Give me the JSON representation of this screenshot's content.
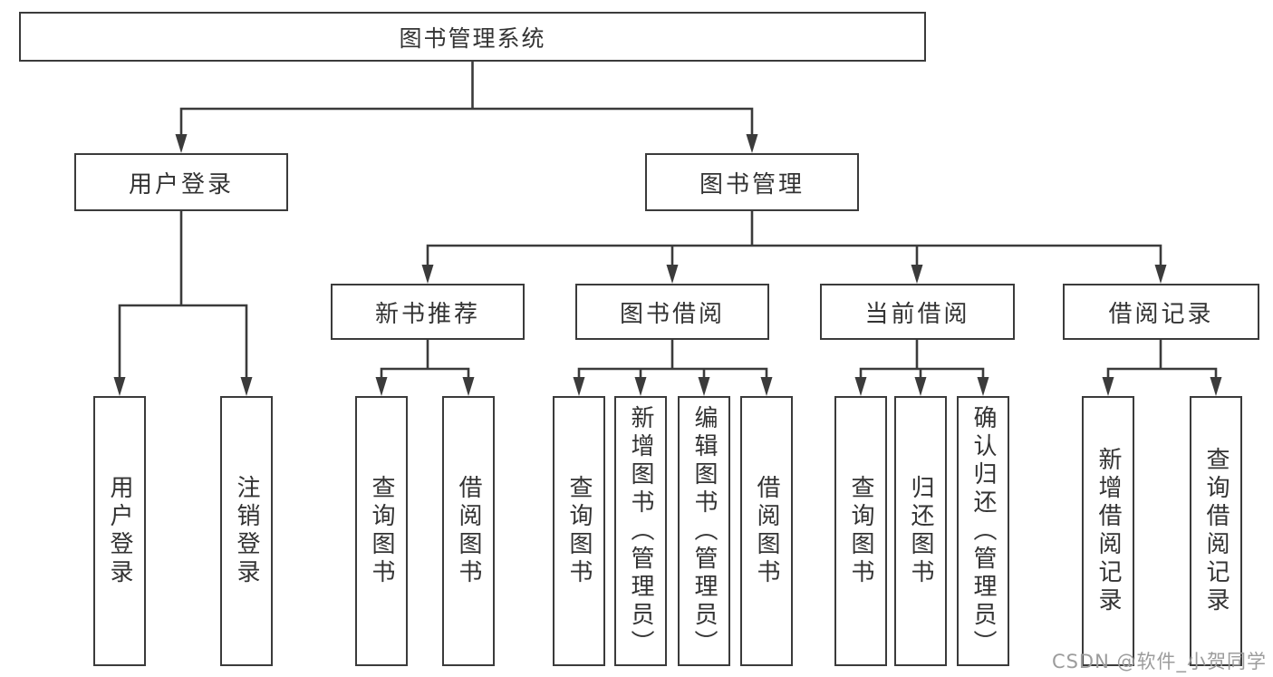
{
  "tree": {
    "label": "图书管理系统",
    "children": [
      {
        "label": "用户登录",
        "children": [
          {
            "label": "用户登录"
          },
          {
            "label": "注销登录"
          }
        ]
      },
      {
        "label": "图书管理",
        "children": [
          {
            "label": "新书推荐",
            "children": [
              {
                "label": "查询图书"
              },
              {
                "label": "借阅图书"
              }
            ]
          },
          {
            "label": "图书借阅",
            "children": [
              {
                "label": "查询图书"
              },
              {
                "label": "新增图书（管理员）"
              },
              {
                "label": "编辑图书（管理员）"
              },
              {
                "label": "借阅图书"
              }
            ]
          },
          {
            "label": "当前借阅",
            "children": [
              {
                "label": "查询图书"
              },
              {
                "label": "归还图书"
              },
              {
                "label": "确认归还（管理员）"
              }
            ]
          },
          {
            "label": "借阅记录",
            "children": [
              {
                "label": "新增借阅记录"
              },
              {
                "label": "查询借阅记录"
              }
            ]
          }
        ]
      }
    ]
  },
  "watermark": {
    "text": "CSDN @软件_小贺同学",
    "color": "#9c9c9c"
  },
  "colors": {
    "line": "#3b3b3b",
    "box_border": "#3b3b3b",
    "box_fill": "#ffffff",
    "text": "#333333",
    "background": "#ffffff"
  }
}
